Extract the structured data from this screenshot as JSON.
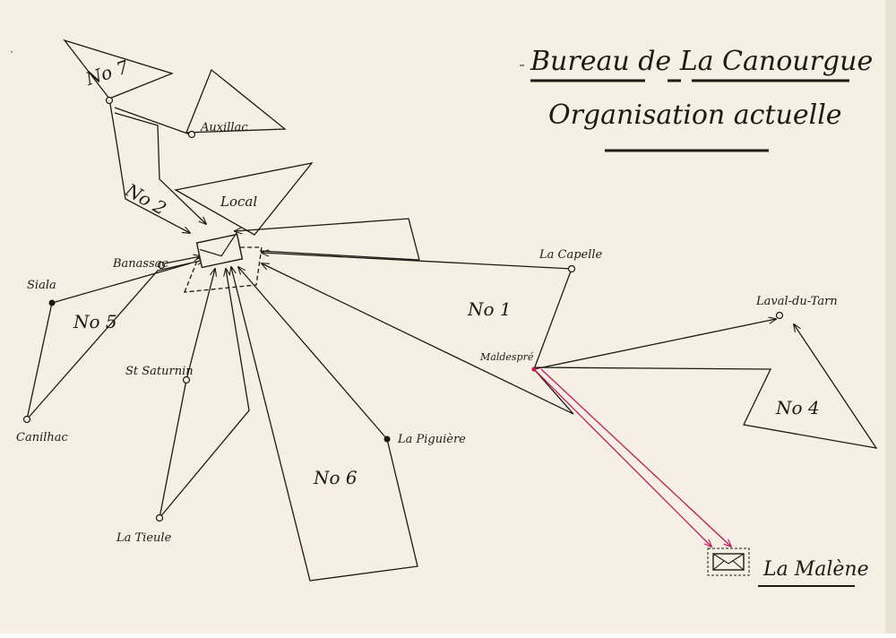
{
  "title": {
    "line1": "Bureau de La Canourgue",
    "line2": "Organisation actuelle"
  },
  "places": {
    "auxillac": "Auxillac",
    "local": "Local",
    "banassac": "Banassac",
    "siala": "Siala",
    "la_capelle": "La Capelle",
    "laval_du_tarn": "Laval-du-Tarn",
    "malaspre": "Maldespré",
    "st_saturnin": "St Saturnin",
    "canilhac": "Canilhac",
    "la_piguiere": "La Piguière",
    "la_tieule": "La Tieule",
    "la_malene": "La Malène"
  },
  "routes": {
    "n1": "No 1",
    "n2": "No 2",
    "n4": "No 4",
    "n5": "No 5",
    "n6": "No 6",
    "n7": "No 7"
  },
  "colors": {
    "ink": "#1d1a16",
    "red_route": "#c2185b",
    "paper": "#f5f0e3"
  },
  "icons": {
    "office": "envelope-icon",
    "stop": "circle-node-icon"
  }
}
